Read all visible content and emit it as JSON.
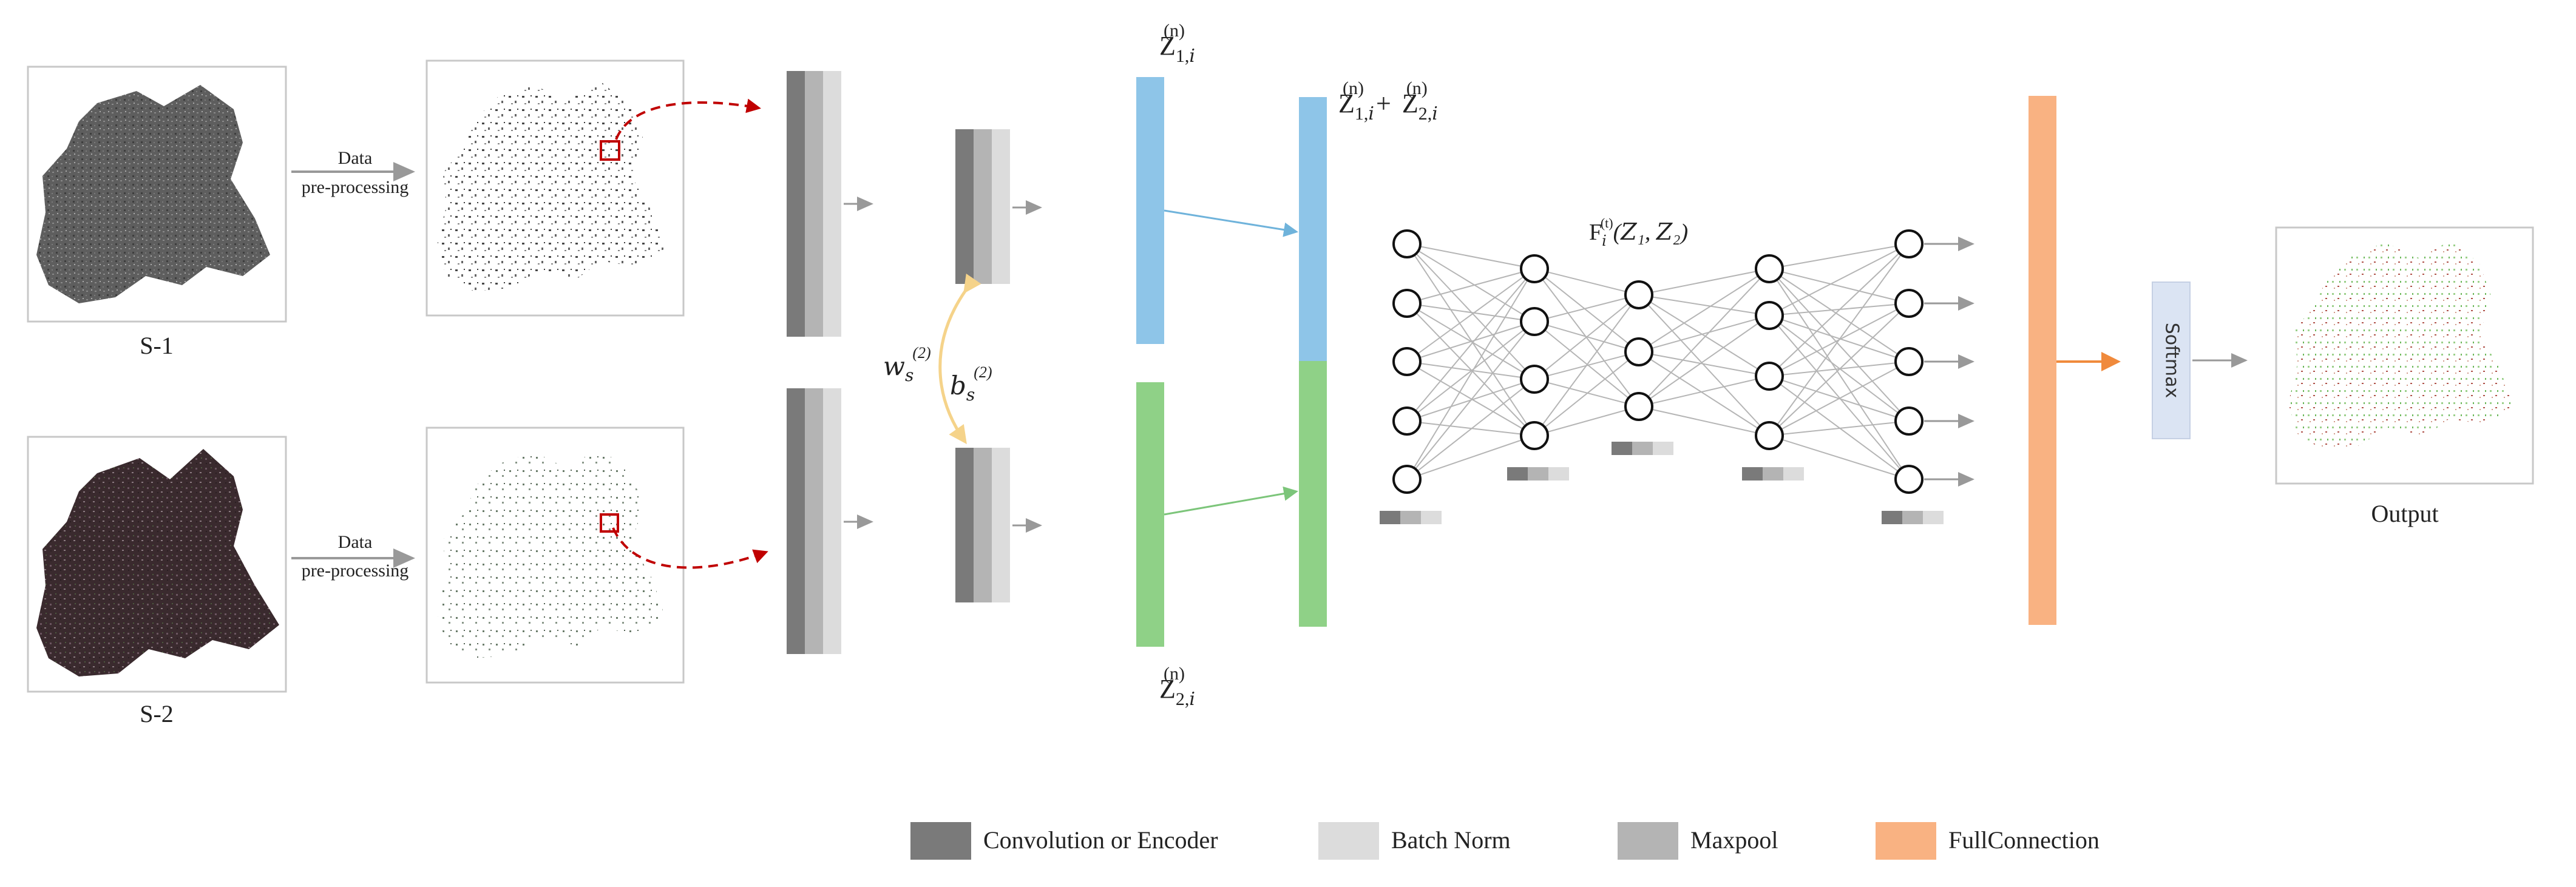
{
  "inputs": {
    "s1_label": "S-1",
    "s2_label": "S-2"
  },
  "preprocess": {
    "line1": "Data",
    "line2": "pre-processing"
  },
  "features": {
    "z1_base": "Z",
    "z1_sub": "1,𝑖",
    "z1_sup": "(n)",
    "z2_base": "Z",
    "z2_sub": "2,𝑖",
    "z2_sup": "(n)",
    "sum_plus": "+",
    "weight_base": "𝑤",
    "weight_sub": "𝑠",
    "weight_sup": "(2)",
    "bias_base": "𝑏",
    "bias_sub": "𝑠",
    "bias_sup": "(2)",
    "fusion_base": "F",
    "fusion_sub": "𝑖",
    "fusion_sup": "(t)",
    "fusion_args": "(𝑍₁, 𝑍₂)"
  },
  "softmax": "Softmax",
  "output_label": "Output",
  "legend": [
    {
      "label": "Convolution or Encoder",
      "color": "#7a7a7a"
    },
    {
      "label": "Batch Norm",
      "color": "#dcdcdc"
    },
    {
      "label": "Maxpool",
      "color": "#b4b4b4"
    },
    {
      "label": "FullConnection",
      "color": "#f9b282"
    }
  ],
  "colors": {
    "conv": "#7a7a7a",
    "maxpool": "#b4b4b4",
    "batchnorm": "#dcdcdc",
    "z1": "#8ec5e8",
    "z2": "#8fd187",
    "fullconnection": "#f9b282",
    "softmax_bg": "#dbe4f3",
    "arrow": "#999999",
    "red_arrow": "#c00000",
    "yellow_arrow": "#f5d38a",
    "orange_arrow": "#f08a3c",
    "line_blue": "#6fb3db",
    "line_green": "#7cc57a"
  }
}
